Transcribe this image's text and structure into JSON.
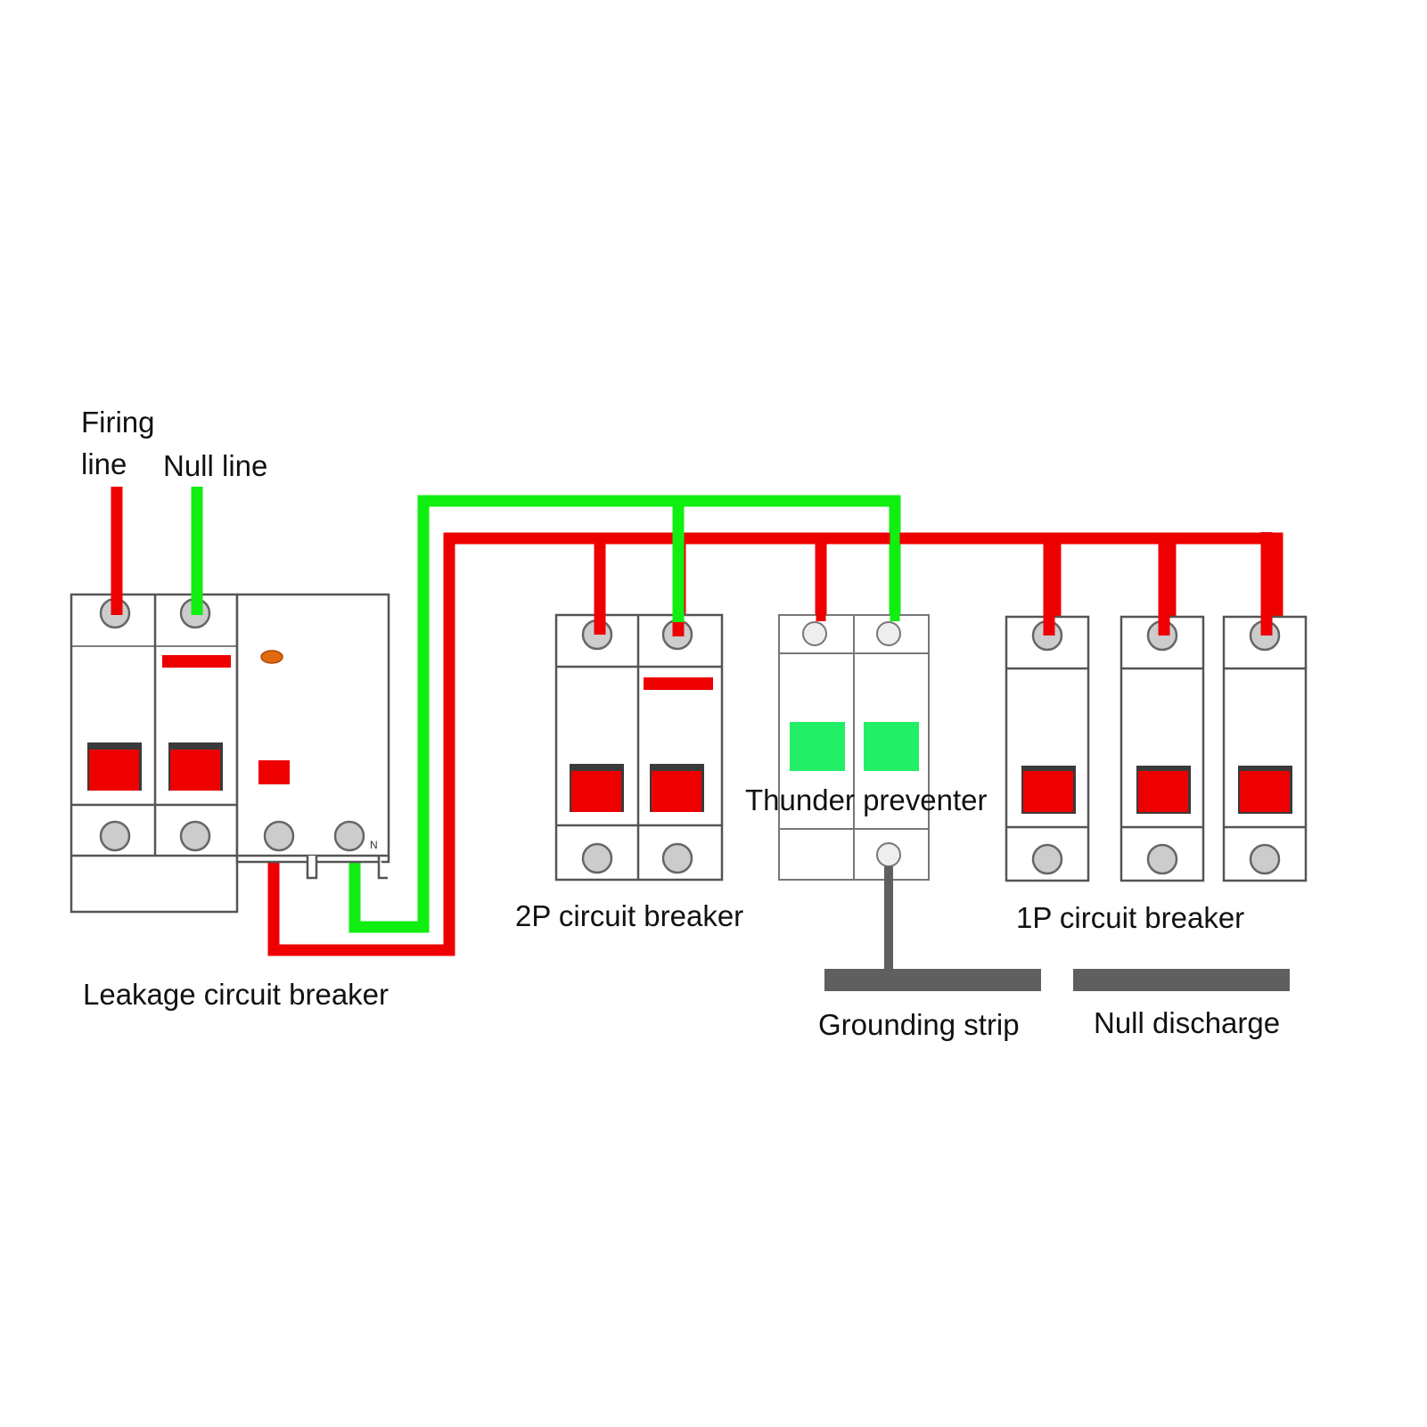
{
  "labels": {
    "firing_line_1": "Firing",
    "firing_line_2": "line",
    "null_line": "Null line",
    "leakage_breaker": "Leakage circuit breaker",
    "breaker_2p": "2P circuit breaker",
    "thunder_preventer": "Thunder preventer",
    "breaker_1p": "1P circuit breaker",
    "grounding_strip": "Grounding strip",
    "null_discharge": "Null discharge",
    "neutral_mark": "N"
  },
  "colors": {
    "live_wire": "#ee0000",
    "neutral_wire": "#11ee11",
    "ground_wire": "#5f5f5f",
    "handle": "#ee0000",
    "handle_shadow": "#3a3a3a",
    "spd_module": "#22ee66",
    "terminal": "#cccccc",
    "outline": "#555555",
    "indicator": "#e06a10"
  },
  "components": [
    {
      "id": "leakage-circuit-breaker",
      "type": "RCBO",
      "poles": 2
    },
    {
      "id": "2p-circuit-breaker",
      "type": "MCB",
      "poles": 2
    },
    {
      "id": "thunder-preventer",
      "type": "SPD",
      "poles": 2
    },
    {
      "id": "1p-circuit-breaker-1",
      "type": "MCB",
      "poles": 1
    },
    {
      "id": "1p-circuit-breaker-2",
      "type": "MCB",
      "poles": 1
    },
    {
      "id": "1p-circuit-breaker-3",
      "type": "MCB",
      "poles": 1
    }
  ]
}
